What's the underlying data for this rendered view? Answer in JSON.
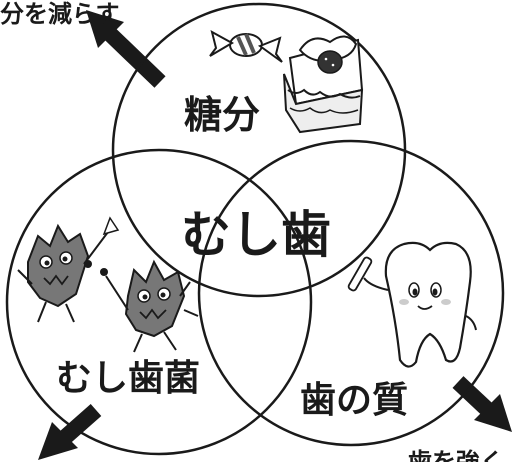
{
  "diagram": {
    "center_label": "むし歯",
    "circles": {
      "top": {
        "label": "糖分"
      },
      "left": {
        "label": "むし歯菌"
      },
      "right": {
        "label": "歯の質"
      }
    },
    "arrow_captions": {
      "top_left": "分を減らす",
      "bottom_right": "歯を強く"
    },
    "illustrations": {
      "sweets": "candy-and-cake",
      "bacteria": "cavity-germs",
      "tooth": "tooth-character-with-toothbrush"
    }
  }
}
